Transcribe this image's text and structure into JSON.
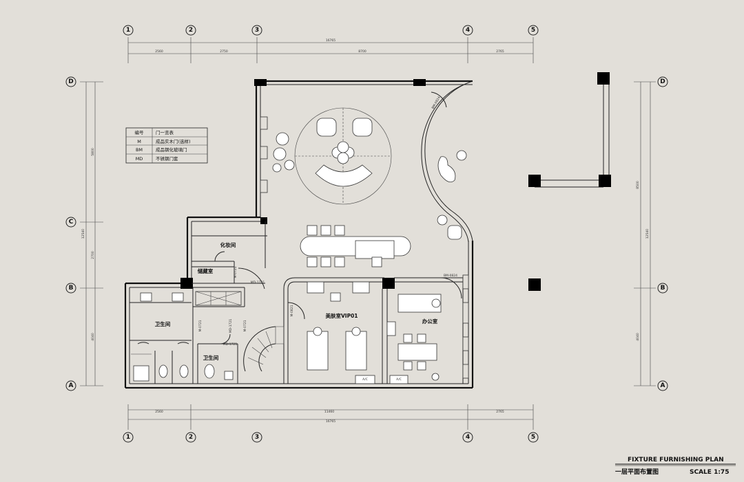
{
  "axes": {
    "top": [
      "1",
      "2",
      "3",
      "4",
      "5"
    ],
    "bottom": [
      "1",
      "2",
      "3",
      "4",
      "5"
    ],
    "left": [
      "D",
      "C",
      "B",
      "A"
    ],
    "right": [
      "D",
      "B",
      "A"
    ]
  },
  "dims": {
    "top_total": "16765",
    "top_segments": [
      "2560",
      "2750",
      "8700",
      "2765"
    ],
    "bottom_total": "16765",
    "bottom_segments": [
      "2560",
      "11460",
      "2765"
    ],
    "left_total": "12540",
    "left_segments": [
      "5800",
      "2700",
      "4040"
    ],
    "right_total": "12540",
    "right_segments": [
      "8500",
      "4040"
    ]
  },
  "rooms": {
    "makeup": "化妆间",
    "storage": "储藏室",
    "wc_left": "卫生间",
    "wc_small": "卫生间",
    "vip": "美肤室VIP01",
    "office": "办公室"
  },
  "door_tags": {
    "md1": "MD-1721",
    "md2": "MD-1721",
    "md3": "MD-1721",
    "bm1": "BM-0824",
    "bm2": "BM-0824",
    "m1": "M-0821",
    "m2": "M-0721",
    "m3": "M-0721",
    "m4": "M-0721",
    "ac1": "A/C",
    "ac2": "A/C"
  },
  "legend": {
    "header": [
      "编号",
      "门一览表"
    ],
    "rows": [
      [
        "M",
        "成品实木门(选样)"
      ],
      [
        "BM",
        "成品钢化玻璃门"
      ],
      [
        "MD",
        "不锈钢门套"
      ]
    ]
  },
  "title": {
    "en": "FIXTURE FURNISHING PLAN",
    "cn": "一层平面布置图",
    "scale": "SCALE 1:75"
  }
}
